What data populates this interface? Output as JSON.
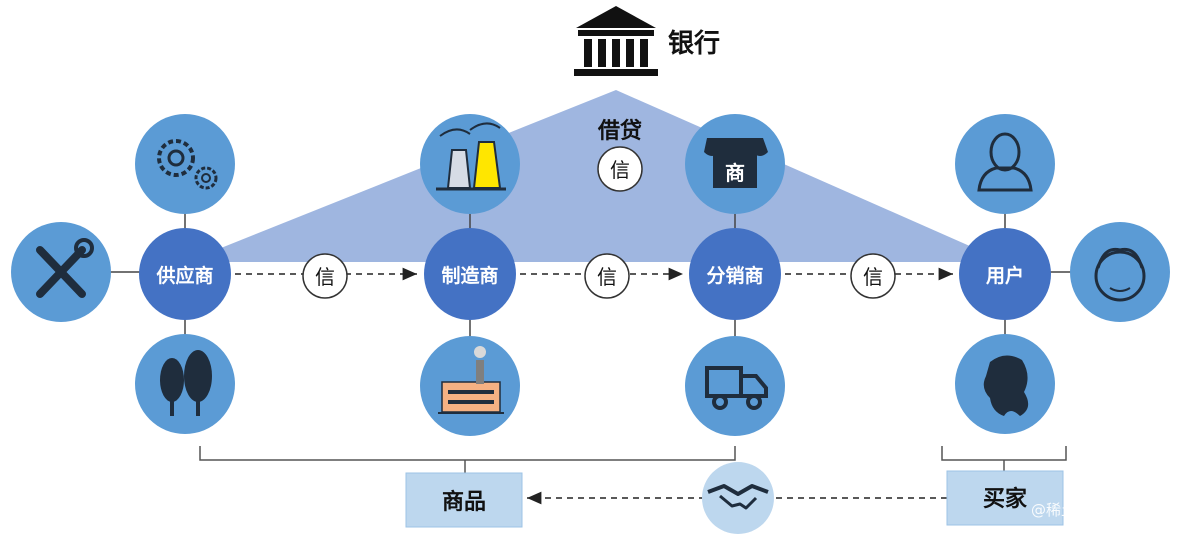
{
  "bank": {
    "label": "银行",
    "icon": "bank-building-icon"
  },
  "loan": {
    "label": "借贷",
    "credit_badge": "信"
  },
  "nodes": [
    {
      "id": "supplier",
      "label": "供应商"
    },
    {
      "id": "manufacturer",
      "label": "制造商"
    },
    {
      "id": "distributor",
      "label": "分销商"
    },
    {
      "id": "user",
      "label": "用户"
    }
  ],
  "credit_badges": [
    "信",
    "信",
    "信"
  ],
  "satellites": {
    "supplier_top": "gears-icon",
    "supplier_left": "tools-icon",
    "supplier_bottom": "trees-icon",
    "manufacturer_top": "chimneys-icon",
    "manufacturer_bottom": "factory-icon",
    "distributor_top": "shop-icon",
    "distributor_shop_text": "商",
    "distributor_bottom": "truck-icon",
    "user_top": "person-icon",
    "user_right": "boy-face-icon",
    "user_bottom": "woman-icon"
  },
  "goods": {
    "label": "商品"
  },
  "buyer": {
    "label": "买家"
  },
  "handshake": {
    "icon": "handshake-icon"
  },
  "watermark": "@稀土掘金技术社区",
  "colors": {
    "node_fill": "#4472c4",
    "satellite_fill": "#5b9bd5",
    "triangle_fill": "#8ea9db",
    "box_fill": "#bdd7ee",
    "icon_dark": "#1f2d3d"
  }
}
